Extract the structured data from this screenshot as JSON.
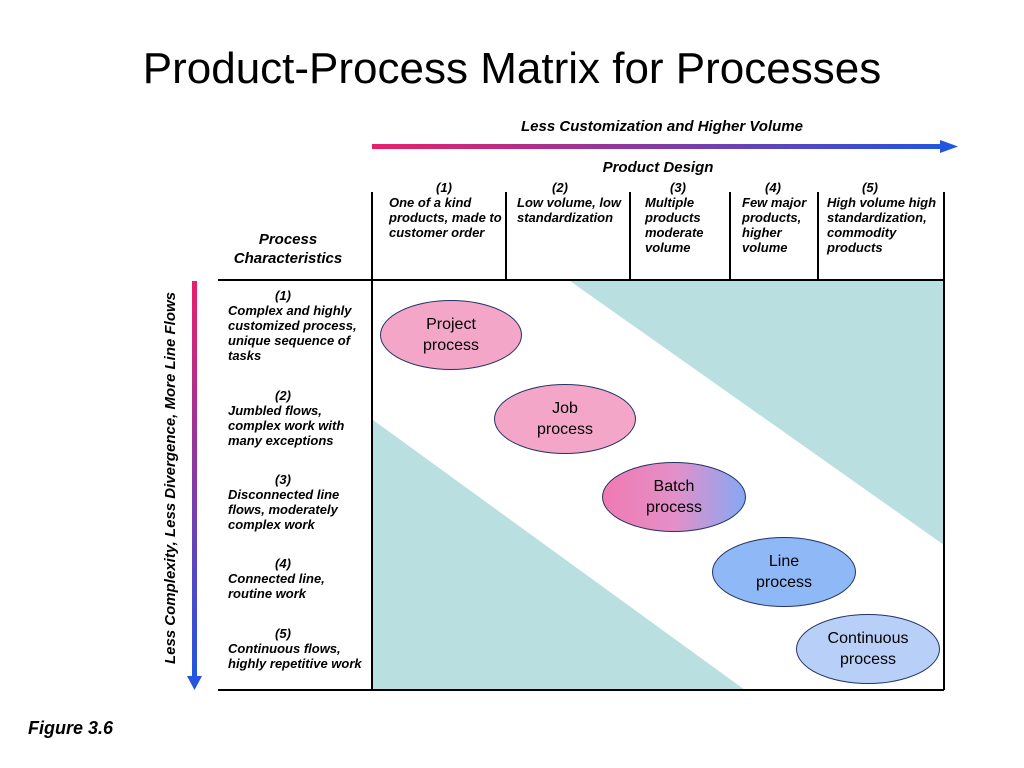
{
  "title": "Product-Process Matrix for Processes",
  "horizontal_axis_label": "Less Customization and Higher Volume",
  "vertical_axis_label": "Less Complexity, Less Divergence, More Line Flows",
  "product_design_label": "Product Design",
  "process_characteristics_label": "Process Characteristics",
  "columns": [
    {
      "num": "(1)",
      "text": "One of a kind products, made to customer order"
    },
    {
      "num": "(2)",
      "text": "Low volume, low standardization"
    },
    {
      "num": "(3)",
      "text": "Multiple products moderate volume"
    },
    {
      "num": "(4)",
      "text": "Few major products, higher volume"
    },
    {
      "num": "(5)",
      "text": "High volume high standardization, commodity products"
    }
  ],
  "rows": [
    {
      "num": "(1)",
      "text": "Complex and highly customized process, unique sequence of tasks"
    },
    {
      "num": "(2)",
      "text": "Jumbled flows, complex work with many exceptions"
    },
    {
      "num": "(3)",
      "text": "Disconnected line flows, moderately complex work"
    },
    {
      "num": "(4)",
      "text": "Connected line, routine work"
    },
    {
      "num": "(5)",
      "text": "Continuous flows, highly repetitive work"
    }
  ],
  "processes": [
    {
      "label": "Project process",
      "fill": "#f4a6c8"
    },
    {
      "label": "Job process",
      "fill": "#f4a6c8"
    },
    {
      "label": "Batch process",
      "fill": "gradient-pink-blue"
    },
    {
      "label": "Line process",
      "fill": "#8fb8f7"
    },
    {
      "label": "Continuous process",
      "fill": "#b8d0f8"
    }
  ],
  "figure_label": "Figure 3.6",
  "colors": {
    "shaded_region": "#b9dfe0",
    "arrow_start": "#e8206a",
    "arrow_end": "#2255e0"
  }
}
